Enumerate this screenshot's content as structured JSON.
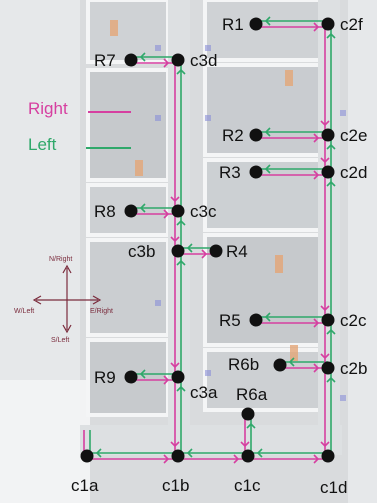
{
  "legend": {
    "right_label": "Right",
    "left_label": "Left",
    "right_color": "#d63fa0",
    "left_color": "#2fa86a"
  },
  "compass": {
    "north": "N/Right",
    "south": "S/Left",
    "west": "W/Left",
    "east": "E/Right"
  },
  "nodes": {
    "R1": "R1",
    "R2": "R2",
    "R3": "R3",
    "R4": "R4",
    "R5": "R5",
    "R6a": "R6a",
    "R6b": "R6b",
    "R7": "R7",
    "R8": "R8",
    "R9": "R9",
    "c1a": "c1a",
    "c1b": "c1b",
    "c1c": "c1c",
    "c1d": "c1d",
    "c2b": "c2b",
    "c2c": "c2c",
    "c2d": "c2d",
    "c2e": "c2e",
    "c2f": "c2f",
    "c3a": "c3a",
    "c3b": "c3b",
    "c3c": "c3c",
    "c3d": "c3d"
  },
  "colors": {
    "node": "#111111",
    "floor": "#c9ccd0",
    "wall": "#eef0f2",
    "room_floor": "#d6d8da"
  }
}
